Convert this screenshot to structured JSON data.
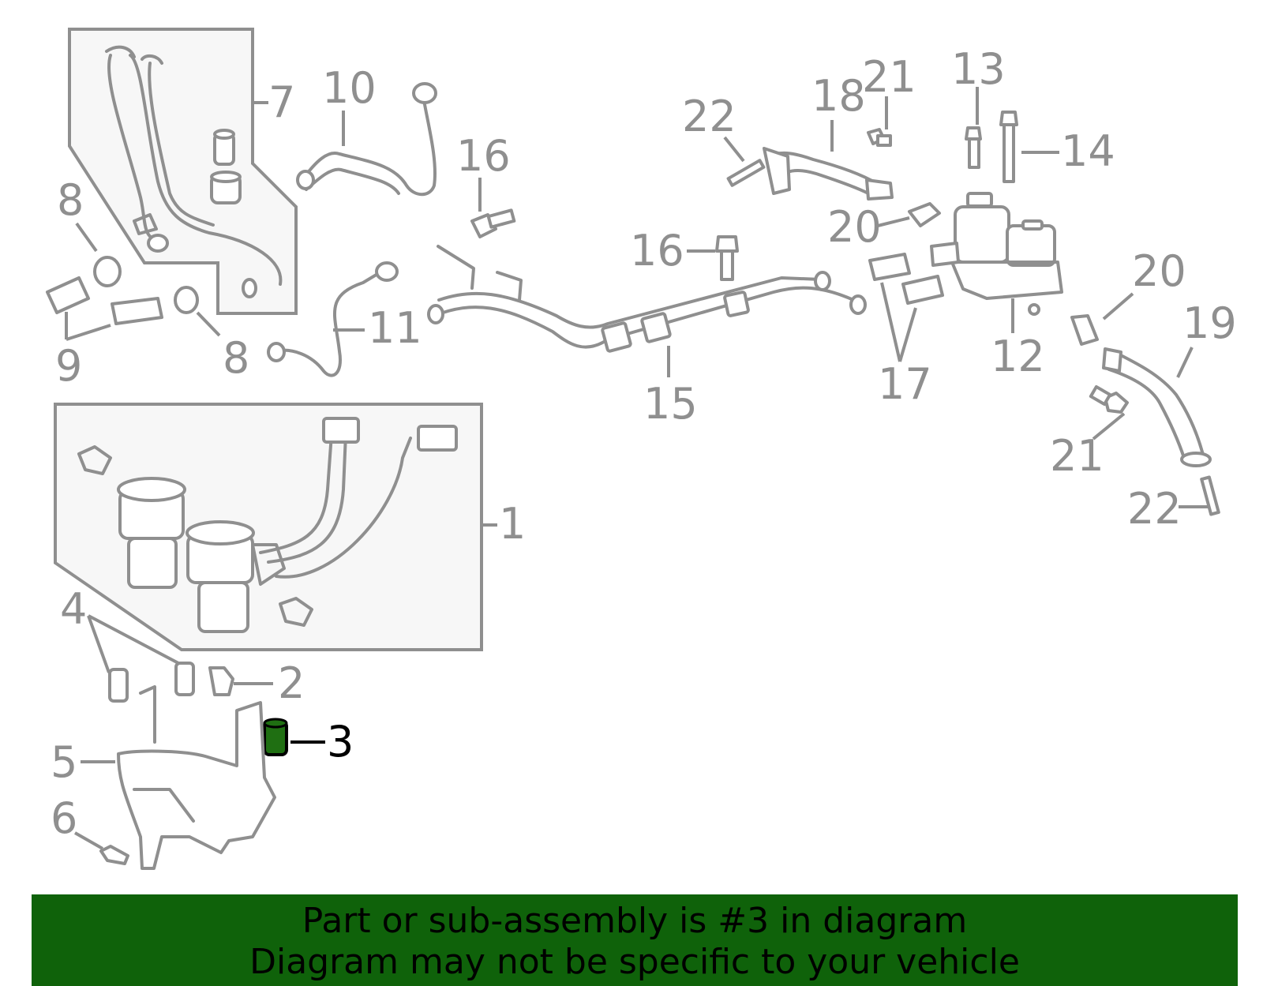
{
  "callouts": {
    "c1": "1",
    "c2": "2",
    "c3": "3",
    "c4": "4",
    "c5": "5",
    "c6": "6",
    "c7": "7",
    "c8a": "8",
    "c8b": "8",
    "c9": "9",
    "c10": "10",
    "c11": "11",
    "c12": "12",
    "c13": "13",
    "c14": "14",
    "c15": "15",
    "c16a": "16",
    "c16b": "16",
    "c17": "17",
    "c18": "18",
    "c19": "19",
    "c20a": "20",
    "c20b": "20",
    "c21a": "21",
    "c21b": "21",
    "c22a": "22",
    "c22b": "22"
  },
  "highlighted_part": "3",
  "banner": {
    "line1": "Part or sub-assembly is #3 in diagram",
    "line2": "Diagram may not be specific to your vehicle"
  },
  "colors": {
    "line_art": "#8f8f8f",
    "highlight_fill": "#1f6f12",
    "banner_background": "#0f620a",
    "banner_text": "#000000"
  }
}
